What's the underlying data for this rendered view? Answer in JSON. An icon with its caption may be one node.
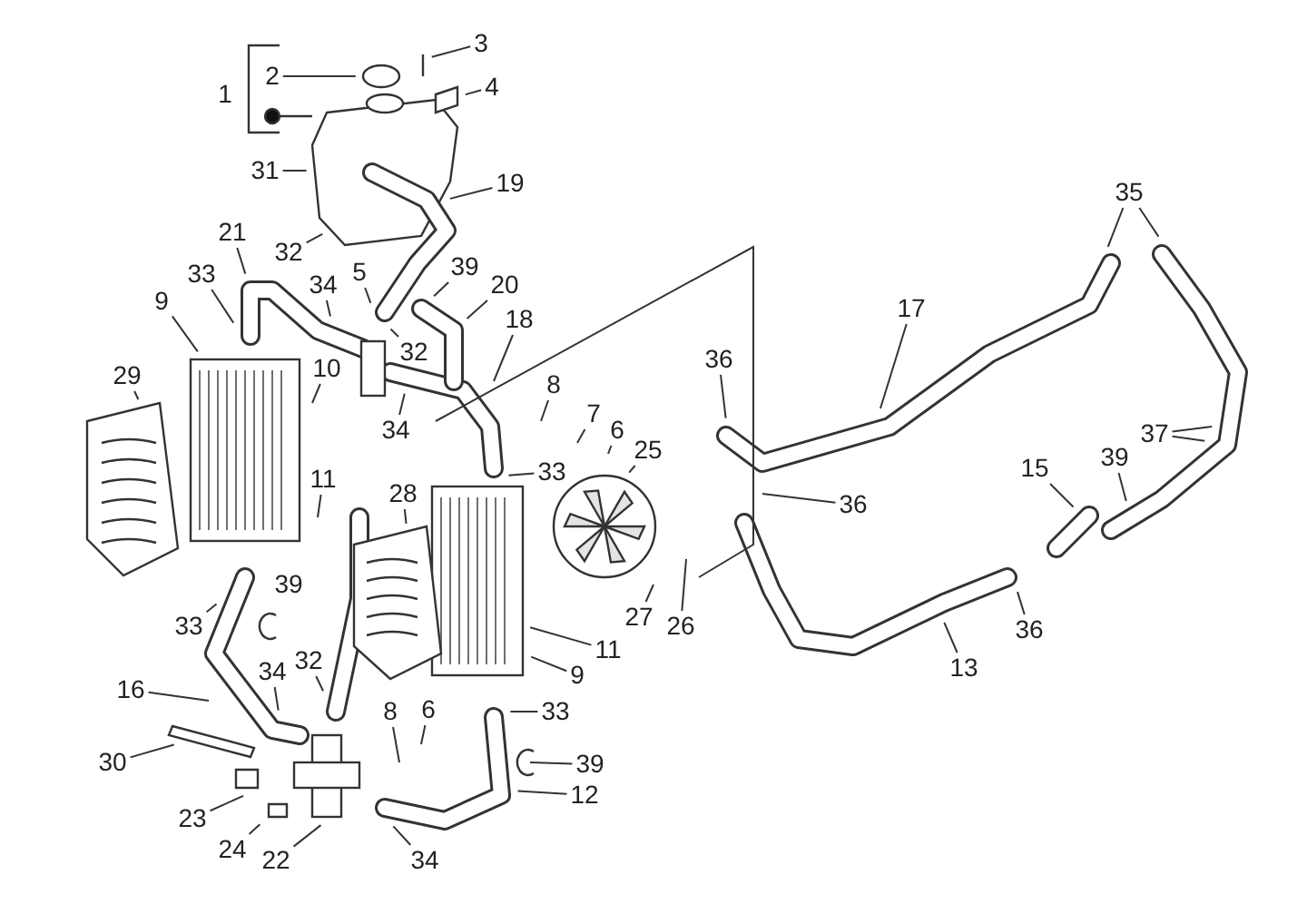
{
  "diagram": {
    "nodes": [
      {
        "text": [
          "2"
        ]
      },
      {
        "text": [
          "3"
        ]
      },
      {
        "text": [
          "4"
        ]
      },
      {
        "text": [
          "31"
        ]
      },
      {
        "text": [
          "19"
        ]
      },
      {
        "text": [
          "21"
        ]
      },
      {
        "text": [
          "32"
        ]
      },
      {
        "text": [
          "33"
        ]
      },
      {
        "text": [
          "34"
        ]
      },
      {
        "text": [
          "5"
        ]
      },
      {
        "text": [
          "39"
        ]
      },
      {
        "text": [
          "9"
        ]
      },
      {
        "text": [
          "20"
        ]
      },
      {
        "text": [
          "32"
        ]
      },
      {
        "text": [
          "18"
        ]
      },
      {
        "text": [
          "10"
        ]
      },
      {
        "text": [
          "29"
        ]
      },
      {
        "text": [
          "34"
        ]
      },
      {
        "text": [
          "8"
        ]
      },
      {
        "text": [
          "7"
        ]
      },
      {
        "text": [
          "6"
        ]
      },
      {
        "text": [
          "25"
        ]
      },
      {
        "text": [
          "33"
        ]
      },
      {
        "text": [
          "11"
        ]
      },
      {
        "text": [
          "28"
        ]
      },
      {
        "text": [
          "33"
        ]
      },
      {
        "text": [
          "27"
        ]
      },
      {
        "text": [
          "26"
        ]
      },
      {
        "text": [
          "11"
        ]
      },
      {
        "text": [
          "9"
        ]
      },
      {
        "text": [
          "16"
        ]
      },
      {
        "text": [
          "34"
        ]
      },
      {
        "text": [
          "32"
        ]
      },
      {
        "text": [
          "33"
        ]
      },
      {
        "text": [
          "8"
        ]
      },
      {
        "text": [
          "6"
        ]
      },
      {
        "text": [
          "30"
        ]
      },
      {
        "text": [
          "39"
        ]
      },
      {
        "text": [
          "12"
        ]
      },
      {
        "text": [
          "23"
        ]
      },
      {
        "text": [
          "24"
        ]
      },
      {
        "text": [
          "22"
        ]
      },
      {
        "text": [
          "34"
        ]
      },
      {
        "text": [
          "36"
        ]
      },
      {
        "text": [
          "17"
        ]
      },
      {
        "text": [
          "35"
        ]
      },
      {
        "text": [
          "37"
        ]
      },
      {
        "text": [
          "36"
        ]
      },
      {
        "text": [
          "15"
        ]
      },
      {
        "text": [
          "39"
        ]
      },
      {
        "text": [
          "36"
        ]
      },
      {
        "text": [
          "13"
        ]
      }
    ],
    "edges": [
      {
        "from": 0,
        "to": null,
        "arrow": "none"
      },
      {
        "from": 1,
        "to": null,
        "arrow": "none"
      },
      {
        "from": 2,
        "to": null,
        "arrow": "none"
      },
      {
        "from": 3,
        "to": null,
        "arrow": "none"
      },
      {
        "from": 4,
        "to": null,
        "arrow": "none"
      },
      {
        "from": 5,
        "to": null,
        "arrow": "none"
      },
      {
        "from": 6,
        "to": null,
        "arrow": "none"
      },
      {
        "from": 7,
        "to": null,
        "arrow": "none"
      },
      {
        "from": 8,
        "to": null,
        "arrow": "none"
      },
      {
        "from": 9,
        "to": null,
        "arrow": "none"
      },
      {
        "from": 10,
        "to": null,
        "arrow": "none"
      },
      {
        "from": 11,
        "to": null,
        "arrow": "none"
      },
      {
        "from": 12,
        "to": null,
        "arrow": "none"
      },
      {
        "from": 13,
        "to": null,
        "arrow": "none"
      },
      {
        "from": 14,
        "to": null,
        "arrow": "none"
      },
      {
        "from": 15,
        "to": null,
        "arrow": "none"
      },
      {
        "from": 16,
        "to": null,
        "arrow": "none"
      },
      {
        "from": 17,
        "to": null,
        "arrow": "none"
      },
      {
        "from": 18,
        "to": null,
        "arrow": "none"
      },
      {
        "from": 19,
        "to": null,
        "arrow": "none"
      },
      {
        "from": 20,
        "to": null,
        "arrow": "none"
      },
      {
        "from": 21,
        "to": null,
        "arrow": "none"
      },
      {
        "from": 22,
        "to": null,
        "arrow": "none"
      },
      {
        "from": 23,
        "to": null,
        "arrow": "none"
      },
      {
        "from": 24,
        "to": null,
        "arrow": "none"
      },
      {
        "from": 25,
        "to": null,
        "arrow": "none"
      },
      {
        "from": 26,
        "to": null,
        "arrow": "none"
      },
      {
        "from": 27,
        "to": null,
        "arrow": "none"
      },
      {
        "from": 28,
        "to": null,
        "arrow": "none"
      },
      {
        "from": 29,
        "to": null,
        "arrow": "none"
      },
      {
        "from": 30,
        "to": null,
        "arrow": "none"
      },
      {
        "from": 31,
        "to": null,
        "arrow": "none"
      },
      {
        "from": 32,
        "to": null,
        "arrow": "none"
      },
      {
        "from": 33,
        "to": null,
        "arrow": "none"
      },
      {
        "from": 34,
        "to": null,
        "arrow": "none"
      },
      {
        "from": 35,
        "to": null,
        "arrow": "none"
      },
      {
        "from": 36,
        "to": null,
        "arrow": "none"
      },
      {
        "from": 37,
        "to": null,
        "arrow": "none"
      },
      {
        "from": 38,
        "to": null,
        "arrow": "none"
      },
      {
        "from": 39,
        "to": null,
        "arrow": "none"
      },
      {
        "from": 40,
        "to": null,
        "arrow": "none"
      },
      {
        "from": 41,
        "to": null,
        "arrow": "none"
      },
      {
        "from": 42,
        "to": null,
        "arrow": "none"
      },
      {
        "from": 43,
        "to": null,
        "arrow": "none"
      },
      {
        "from": 44,
        "to": null,
        "arrow": "none"
      },
      {
        "from": 45,
        "to": null,
        "arrow": "none"
      },
      {
        "from": 45,
        "to": null,
        "arrow": "none"
      },
      {
        "from": 46,
        "to": null,
        "arrow": "none"
      },
      {
        "from": 46,
        "to": null,
        "arrow": "none"
      },
      {
        "from": 47,
        "to": null,
        "arrow": "none"
      },
      {
        "from": 48,
        "to": null,
        "arrow": "none"
      },
      {
        "from": 49,
        "to": null,
        "arrow": "none"
      },
      {
        "from": 50,
        "to": null,
        "arrow": "none"
      },
      {
        "from": 51,
        "to": null,
        "arrow": "none"
      }
    ],
    "labels": [
      "1",
      "39"
    ]
  }
}
